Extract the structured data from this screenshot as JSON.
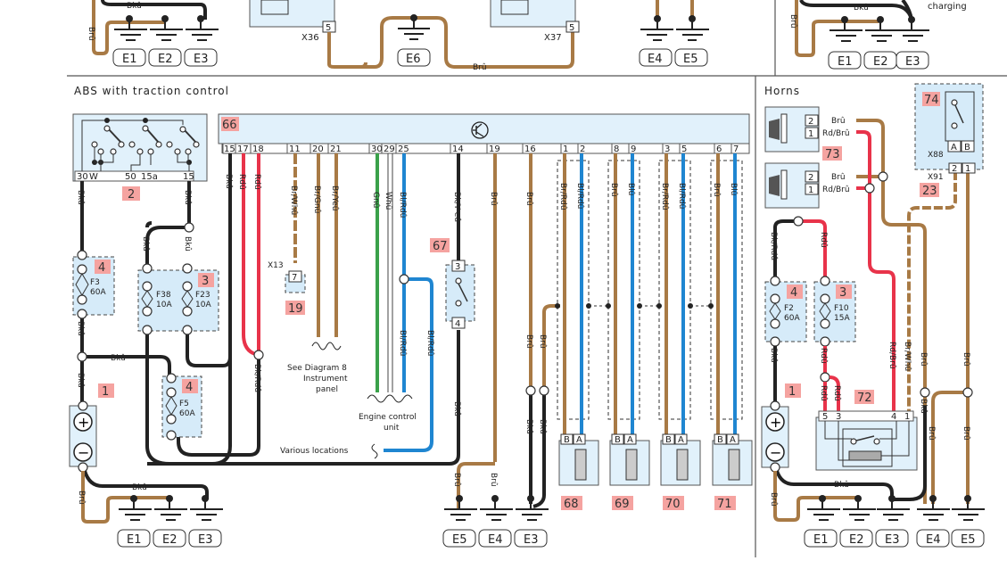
{
  "colors": {
    "black_wire": "#222222",
    "brown_wire": "#a87a45",
    "red_wire": "#e8334a",
    "green_wire": "#3aa14a",
    "blue_wire": "#1f86d1",
    "component_fill": "#e1f1fb",
    "tag_fill": "#f5a3a0"
  },
  "top_strip": {
    "left_grounds": [
      "E1",
      "E2",
      "E3"
    ],
    "left_wire_labels": [
      "Bkû",
      "Brû"
    ],
    "connector_x36": {
      "label": "X36",
      "pin": "5"
    },
    "middle_ground": "E6",
    "middle_wire_label": "Brû",
    "connector_x37": {
      "label": "X37",
      "pin": "5"
    },
    "right_grounds": [
      "E4",
      "E5"
    ],
    "far_right_grounds": [
      "E1",
      "E2",
      "E3"
    ],
    "far_right_wire_labels": [
      "Bkû",
      "Brû"
    ],
    "far_right_caption": "charging"
  },
  "abs": {
    "title": "ABS with traction control",
    "ignition_switch": {
      "tag": "2",
      "pins": [
        "30",
        "W",
        "50",
        "15a",
        "15"
      ]
    },
    "ecu": {
      "tag": "66",
      "pins": [
        "15",
        "17",
        "18",
        "11",
        "20",
        "21",
        "30",
        "29",
        "25",
        "14",
        "19",
        "16",
        "1",
        "2",
        "8",
        "9",
        "3",
        "5",
        "6",
        "7"
      ],
      "icon": "transistor-icon"
    },
    "wire_labels": {
      "p15": "Bkû",
      "p17": "Rdû",
      "p18": "Rdû",
      "p11": "Br/Whû",
      "p20": "Br/Gnû",
      "p21": "Br/Yeû",
      "p30": "Gnû",
      "p29": "Whû",
      "p25": "Bl/Rdû",
      "p14": "Bk/Y eû",
      "p19": "Brû",
      "p16": "Brû",
      "p1": "Br/Rdû",
      "p2": "Bl/Rdû",
      "p8": "Brû",
      "p9": "Blû",
      "p3": "Br/Rdû",
      "p5": "Bl/Rdû",
      "p6": "Brû",
      "p7": "Blû",
      "bk_rd": "Bk/Rdû",
      "bl_rd_2": "Bl/Rdû",
      "bku": "Bkû",
      "bru": "Brû"
    },
    "fuses": [
      {
        "tag": "4",
        "name": "F3",
        "rating": "60A"
      },
      {
        "tag": "3",
        "name": "F38",
        "rating": "10A"
      },
      {
        "tag": "3",
        "name": "F23",
        "rating": "10A"
      },
      {
        "tag": "4",
        "name": "F5",
        "rating": "60A"
      }
    ],
    "battery": {
      "tag": "1",
      "plus": "+",
      "minus": "−"
    },
    "x13": {
      "label": "X13",
      "pin": "7",
      "tag": "19"
    },
    "notes": {
      "instrument": [
        "See Diagram 8",
        "Instrument",
        "panel"
      ],
      "ecu": [
        "Engine control",
        "unit"
      ],
      "various": "Various locations"
    },
    "switch67": {
      "tag": "67",
      "pins": [
        "3",
        "4"
      ]
    },
    "sensors": [
      {
        "tag": "68",
        "pins": [
          "B",
          "A"
        ]
      },
      {
        "tag": "69",
        "pins": [
          "B",
          "A"
        ]
      },
      {
        "tag": "70",
        "pins": [
          "B",
          "A"
        ]
      },
      {
        "tag": "71",
        "pins": [
          "B",
          "A"
        ]
      }
    ],
    "grounds_left": [
      "E1",
      "E2",
      "E3"
    ],
    "grounds_mid": [
      "E5",
      "E4",
      "E3"
    ]
  },
  "horns": {
    "title": "Horns",
    "horn_tag": "73",
    "horn_pins": [
      "2",
      "1"
    ],
    "horn_wire_labels": [
      "Brû",
      "Rd/Brû"
    ],
    "switch74": {
      "tag": "74",
      "x88": "X88",
      "pins": [
        "A",
        "B"
      ],
      "x91": "X91",
      "x91_pins": [
        "2",
        "1"
      ],
      "harness_tag": "23"
    },
    "fuses": [
      {
        "tag": "4",
        "name": "F2",
        "rating": "60A"
      },
      {
        "tag": "3",
        "name": "F10",
        "rating": "15A"
      }
    ],
    "wire_labels": {
      "bk_rd": "Bk/Rdû",
      "rdu": "Rdû",
      "bku": "Bkû",
      "rd_bru": "Rd/Brû",
      "br_whu": "Br/Whû",
      "bru": "Brû"
    },
    "battery": {
      "tag": "1",
      "plus": "+",
      "minus": "−"
    },
    "relay72": {
      "tag": "72",
      "pins": [
        "5",
        "3",
        "4",
        "1"
      ]
    },
    "grounds": [
      "E1",
      "E2",
      "E3",
      "E4",
      "E5"
    ]
  }
}
